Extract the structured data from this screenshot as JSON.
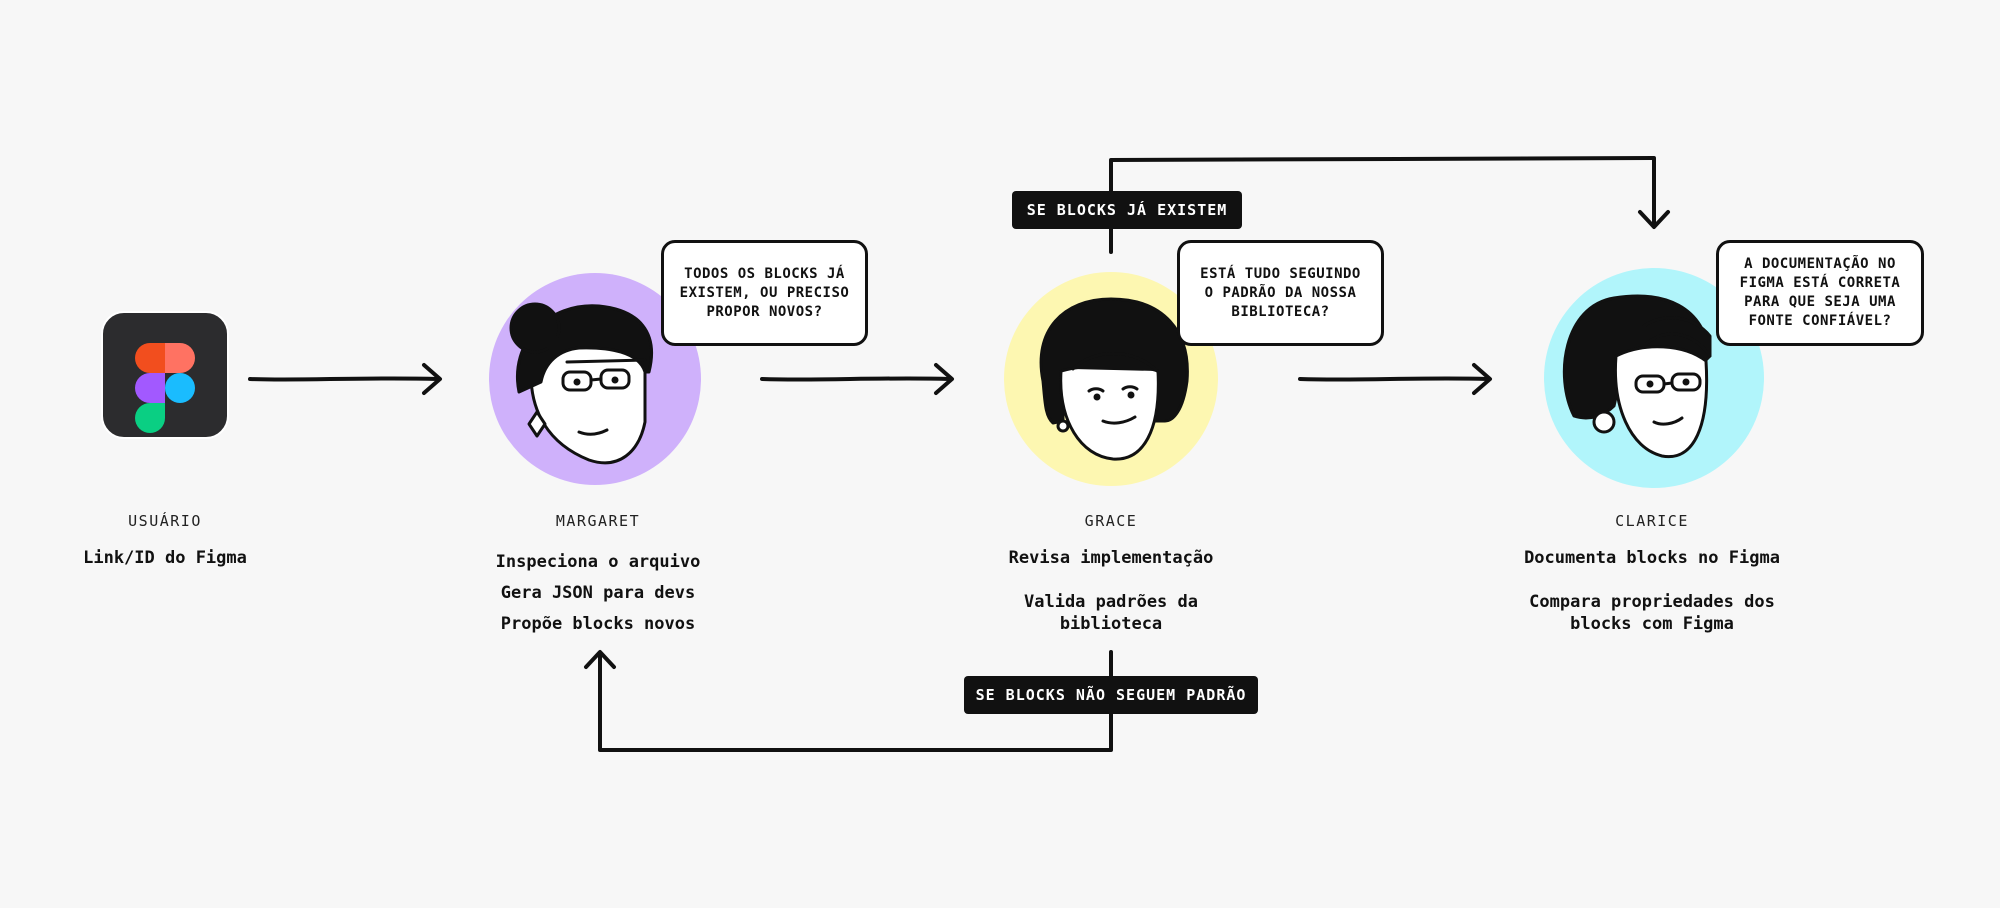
{
  "colors": {
    "background": "#f7f7f7",
    "margaret_circle": "#cfb1fb",
    "grace_circle": "#fdf7b1",
    "clarice_circle": "#b1f5fb",
    "figma_tile": "#2c2c2e",
    "tag_background": "#111111"
  },
  "nodes": {
    "usuario": {
      "role": "USUÁRIO",
      "tasks": "Link/ID do Figma",
      "icon": "figma-logo-icon"
    },
    "margaret": {
      "role": "MARGARET",
      "tasks": "Inspeciona o arquivo\nGera JSON para devs\nPropõe blocks novos",
      "bubble": "TODOS OS BLOCKS JÁ\nEXISTEM, OU PRECISO\nPROPOR NOVOS?",
      "icon": "margaret-avatar-icon"
    },
    "grace": {
      "role": "GRACE",
      "tasks": "Revisa implementação\n\nValida padrões da\nbiblioteca",
      "bubble": "ESTÁ TUDO SEGUINDO\nO PADRÃO DA NOSSA\nBIBLIOTECA?",
      "icon": "grace-avatar-icon"
    },
    "clarice": {
      "role": "CLARICE",
      "tasks": "Documenta blocks no Figma\n\nCompara propriedades dos\nblocks com Figma",
      "bubble": "A DOCUMENTAÇÃO NO\nFIGMA ESTÁ CORRETA\nPARA QUE SEJA UMA\nFONTE CONFIÁVEL?",
      "icon": "clarice-avatar-icon"
    }
  },
  "tags": {
    "blocks_exist": "SE BLOCKS JÁ EXISTEM",
    "not_standard": "SE BLOCKS NÃO SEGUEM PADRÃO"
  }
}
